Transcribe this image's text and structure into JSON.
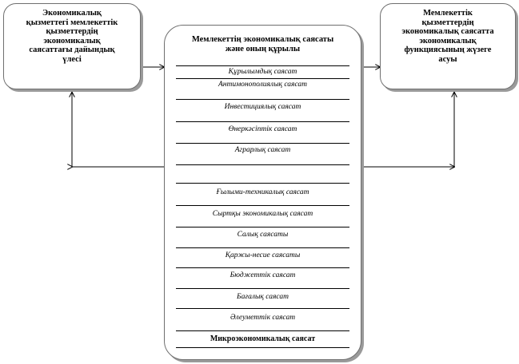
{
  "left_box": {
    "text_lines": [
      "Экономикалық",
      "қызметтегі мемлекеттік",
      "қызметтердің",
      "экономикалық",
      "саясаттағы дайындық",
      "үлесі"
    ]
  },
  "right_box": {
    "text_lines": [
      "Мемлекеттік",
      "қызметтердің",
      "экономикалық саясатта",
      "экономикалық",
      "функциясының жүзеге",
      "асуы"
    ]
  },
  "center_box": {
    "title_lines": [
      "Мемлекеттің экономикалық саясаты",
      "және оның құрылы"
    ],
    "group1": [
      "Құрылымдық саясат",
      "Антимонополиялық саясат",
      "Инвестициялық саясат",
      "Өнеркәсіптік саясат",
      "Аграрлық саясат"
    ],
    "group2": [
      "Ғылыми-техникалық саясат",
      "Сыртқы экономикалық саясат",
      "Салық саясаты",
      "Қаржы-несие саясаты",
      "Бюджеттік саясат",
      "Бағалық саясат",
      "Әлеуметтік саясат"
    ],
    "footer": "Микроэкономикалық саясат"
  }
}
